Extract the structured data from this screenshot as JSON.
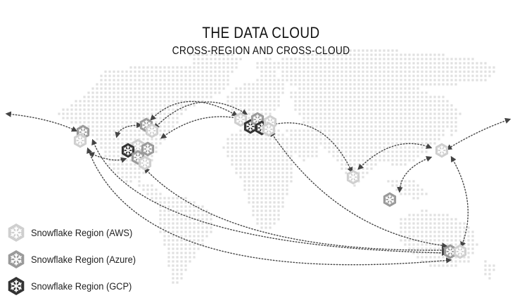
{
  "title": "THE DATA CLOUD",
  "subtitle": "CROSS-REGION AND CROSS-CLOUD",
  "colors": {
    "aws": "#cfcfcf",
    "azure": "#9a9a9a",
    "gcp": "#333333",
    "map_dots": "#e0e0e0",
    "arrows": "#444444"
  },
  "legend": [
    {
      "label": "Snowflake Region (AWS)",
      "provider": "aws",
      "icon": "snowflake-icon"
    },
    {
      "label": "Snowflake Region (Azure)",
      "provider": "azure",
      "icon": "snowflake-icon"
    },
    {
      "label": "Snowflake Region (GCP)",
      "provider": "gcp",
      "icon": "snowflake-icon"
    }
  ]
}
